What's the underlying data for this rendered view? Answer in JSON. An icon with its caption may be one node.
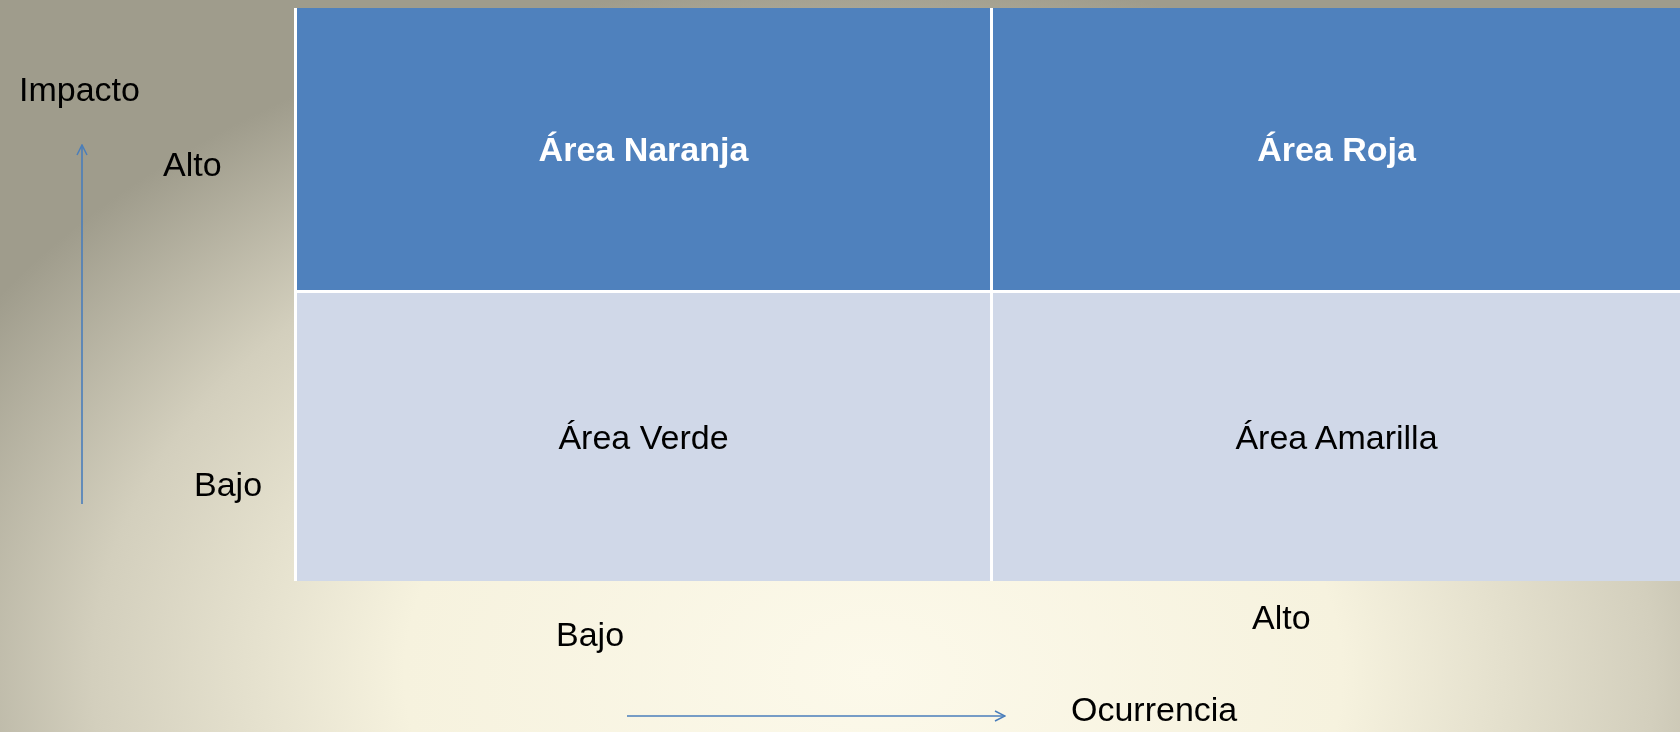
{
  "diagram": {
    "nodes": [
      {
        "text": [
          "Área Naranja"
        ]
      },
      {
        "text": [
          "Área Roja"
        ]
      },
      {
        "text": [
          "Área Verde"
        ]
      },
      {
        "text": [
          "Área Amarilla"
        ]
      }
    ],
    "labels": [
      "Impacto",
      "Alto",
      "Bajo",
      "Bajo",
      "Alto",
      "Ocurrencia"
    ]
  }
}
